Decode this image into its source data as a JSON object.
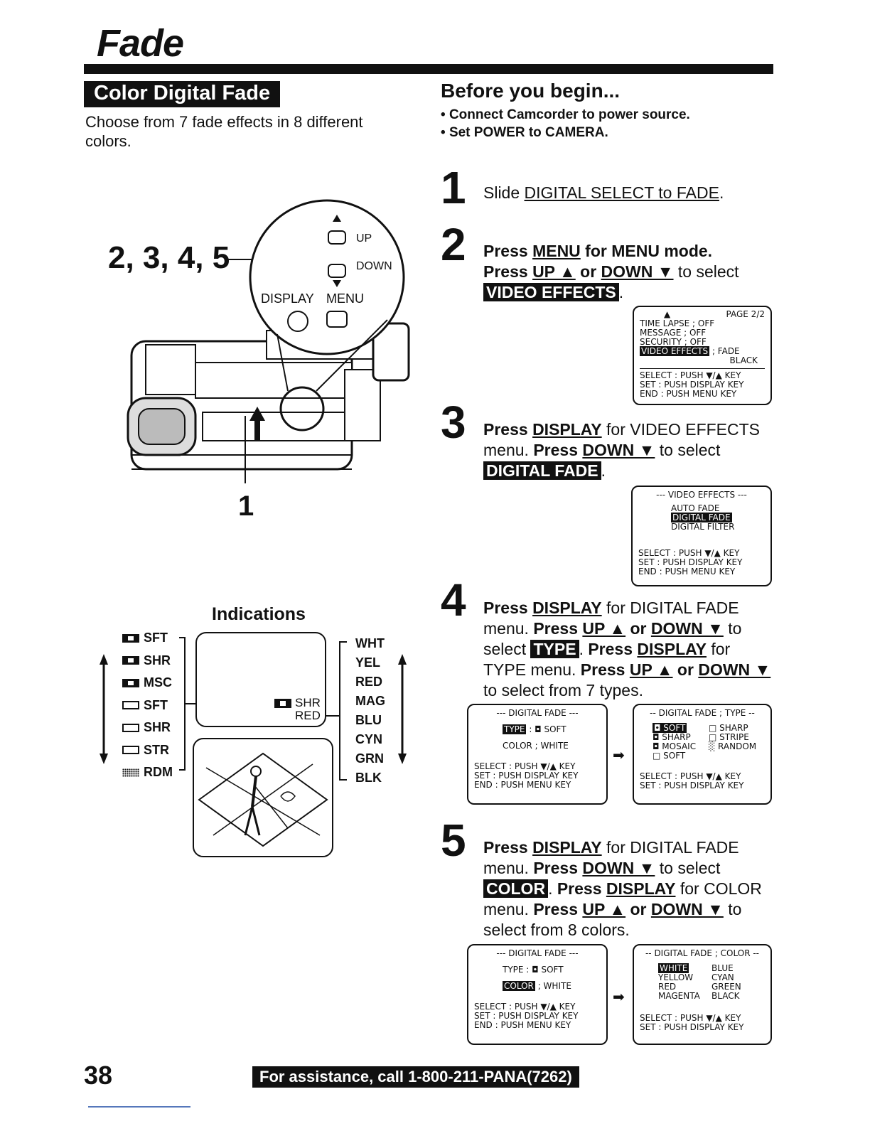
{
  "page_title": "Fade",
  "section_header": "Color Digital Fade",
  "intro_text": "Choose from 7 fade effects in 8 different colors.",
  "before": {
    "title": "Before you begin...",
    "items": [
      "Connect Camcorder to power source.",
      "Set POWER to CAMERA."
    ]
  },
  "camera": {
    "callout_numbers": "2, 3, 4, 5",
    "callout_one": "1",
    "up_label": "UP",
    "down_label": "DOWN",
    "display_label": "DISPLAY",
    "menu_label": "MENU"
  },
  "steps": [
    {
      "num": "1",
      "t1": "Slide ",
      "u1": "DIGITAL SELECT to FADE",
      "t2": "."
    },
    {
      "num": "2"
    },
    {
      "num": "3"
    },
    {
      "num": "4"
    },
    {
      "num": "5"
    }
  ],
  "step2": {
    "a": "Press ",
    "menu": "MENU",
    "b": " for MENU mode.",
    "c": "Press ",
    "up": "UP ▲",
    "d": " or ",
    "down": "DOWN ▼",
    "e": " to select",
    "sel": "VIDEO EFFECTS",
    "f": "."
  },
  "step3": {
    "a": "Press ",
    "display": "DISPLAY",
    "b": " for VIDEO EFFECTS menu. ",
    "c": "Press ",
    "down": "DOWN ▼",
    "d": " to select ",
    "sel": "DIGITAL FADE",
    "e": "."
  },
  "step4": {
    "a": "Press ",
    "display": "DISPLAY",
    "b": " for DIGITAL FADE menu. ",
    "c": "Press ",
    "up": "UP ▲",
    "d": " or ",
    "down": "DOWN ▼",
    "e": " to select ",
    "sel": "TYPE",
    "f": ". ",
    "g": "Press ",
    "display2": "DISPLAY",
    "h": " for TYPE menu. ",
    "i": "Press ",
    "up2": "UP ▲",
    "j": " or ",
    "down2": "DOWN ▼",
    "k": " to select from 7 types."
  },
  "step5": {
    "a": "Press ",
    "display": "DISPLAY",
    "b": " for DIGITAL FADE menu. ",
    "c": "Press ",
    "down": "DOWN ▼",
    "d": " to select ",
    "sel": "COLOR",
    "e": ". ",
    "f": "Press ",
    "display2": "DISPLAY",
    "g": " for COLOR menu. ",
    "h": "Press ",
    "up": "UP ▲",
    "i": " or ",
    "down2": "DOWN ▼",
    "j": " to select from 8 colors."
  },
  "lcd1": {
    "arrow": "▲",
    "page": "PAGE 2/2",
    "rows": [
      "TIME LAPSE ; OFF",
      "MESSAGE   ; OFF",
      "SECURITY  ; OFF"
    ],
    "sel_label": "VIDEO EFFECTS",
    "sel_value": "; FADE",
    "sel_value2": "BLACK",
    "foot": [
      "SELECT : PUSH ▼/▲ KEY",
      "SET    : PUSH DISPLAY KEY",
      "END    : PUSH MENU KEY"
    ]
  },
  "lcd2": {
    "title": "--- VIDEO EFFECTS ---",
    "items": [
      "AUTO FADE"
    ],
    "sel": "DIGITAL FADE",
    "items2": [
      "DIGITAL FILTER"
    ],
    "foot": [
      "SELECT : PUSH ▼/▲ KEY",
      "SET    : PUSH DISPLAY KEY",
      "END    : PUSH MENU KEY"
    ]
  },
  "lcd3": {
    "title": "--- DIGITAL FADE ---",
    "sel": "TYPE",
    "type_value": ": ◘ SOFT",
    "color_row": "COLOR ; WHITE",
    "foot": [
      "SELECT : PUSH ▼/▲ KEY",
      "SET    : PUSH DISPLAY KEY",
      "END    : PUSH MENU KEY"
    ]
  },
  "lcd4": {
    "title": "-- DIGITAL FADE ; TYPE --",
    "sel": "◘ SOFT",
    "grid": [
      "□ SHARP",
      "◘ SHARP",
      "□ STRIPE",
      "◘ MOSAIC",
      "░ RANDOM",
      "□ SOFT"
    ],
    "foot": [
      "SELECT : PUSH ▼/▲ KEY",
      "SET    : PUSH DISPLAY KEY"
    ]
  },
  "lcd5": {
    "title": "--- DIGITAL FADE ---",
    "type_row": "TYPE   : ◘ SOFT",
    "sel": "COLOR",
    "color_value": "; WHITE",
    "foot": [
      "SELECT : PUSH ▼/▲ KEY",
      "SET    : PUSH DISPLAY KEY",
      "END    : PUSH MENU KEY"
    ]
  },
  "lcd6": {
    "title": "-- DIGITAL FADE ; COLOR --",
    "sel": "WHITE",
    "grid": [
      "BLUE",
      "YELLOW",
      "CYAN",
      "RED",
      "GREEN",
      "MAGENTA",
      "BLACK"
    ],
    "foot": [
      "SELECT : PUSH ▼/▲ KEY",
      "SET    : PUSH DISPLAY KEY"
    ]
  },
  "indications": {
    "title": "Indications",
    "types": [
      {
        "icon": "fill",
        "label": "SFT"
      },
      {
        "icon": "fill",
        "label": "SHR"
      },
      {
        "icon": "fill",
        "label": "MSC"
      },
      {
        "icon": "box",
        "label": "SFT"
      },
      {
        "icon": "box",
        "label": "SHR"
      },
      {
        "icon": "box",
        "label": "STR"
      },
      {
        "icon": "dots",
        "label": "RDM"
      }
    ],
    "colors": [
      "WHT",
      "YEL",
      "RED",
      "MAG",
      "BLU",
      "CYN",
      "GRN",
      "BLK"
    ],
    "screen_type": "SHR",
    "screen_color": "RED"
  },
  "footer": {
    "page_number": "38",
    "assistance": "For assistance, call 1-800-211-PANA(7262)"
  }
}
